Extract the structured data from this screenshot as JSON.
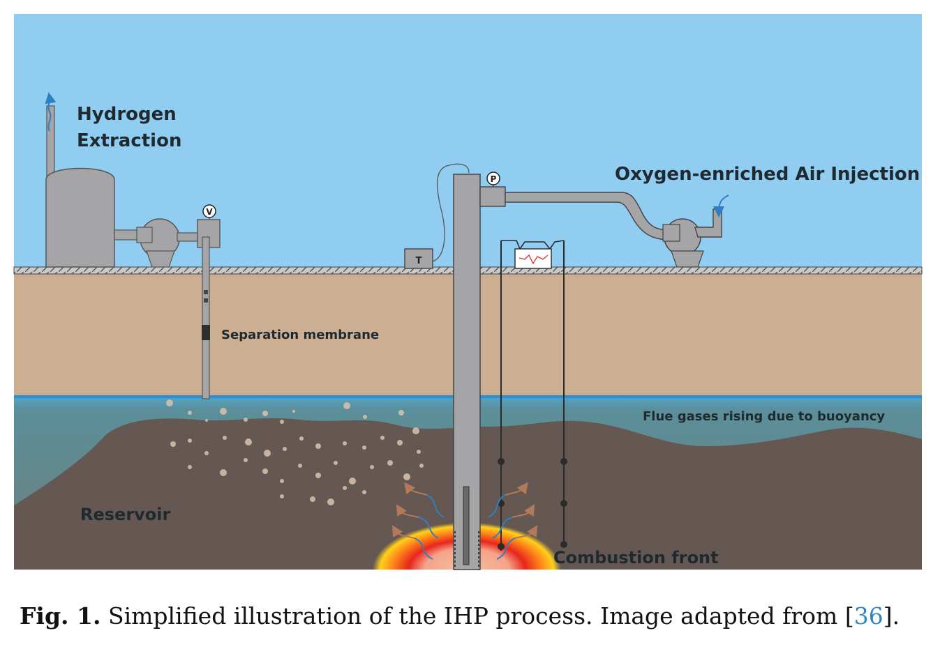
{
  "labels": {
    "hydrogen_line1": "Hydrogen",
    "hydrogen_line2": "Extraction",
    "oxygen_injection": "Oxygen-enriched Air Injection",
    "separation_membrane": "Separation membrane",
    "flue_gases": "Flue gases rising due to buoyancy",
    "reservoir": "Reservoir",
    "combustion_front": "Combustion front",
    "gauge_v": "V",
    "gauge_p": "P",
    "temp_box": "T"
  },
  "caption": {
    "figure_number": "Fig. 1.",
    "text": "Simplified illustration of the IHP process. Image adapted from [",
    "reference": "36",
    "suffix": "]."
  },
  "colors": {
    "sky": "#91cdf0",
    "soil": "#ccaf92",
    "reservoir_rock": "#655852",
    "water_zone": "#6b8a8e",
    "equipment": "#a5a5a7",
    "combustion_hot": "#e8261c",
    "combustion_warm": "#ffd11a",
    "reference_link": "#2e86c1"
  }
}
